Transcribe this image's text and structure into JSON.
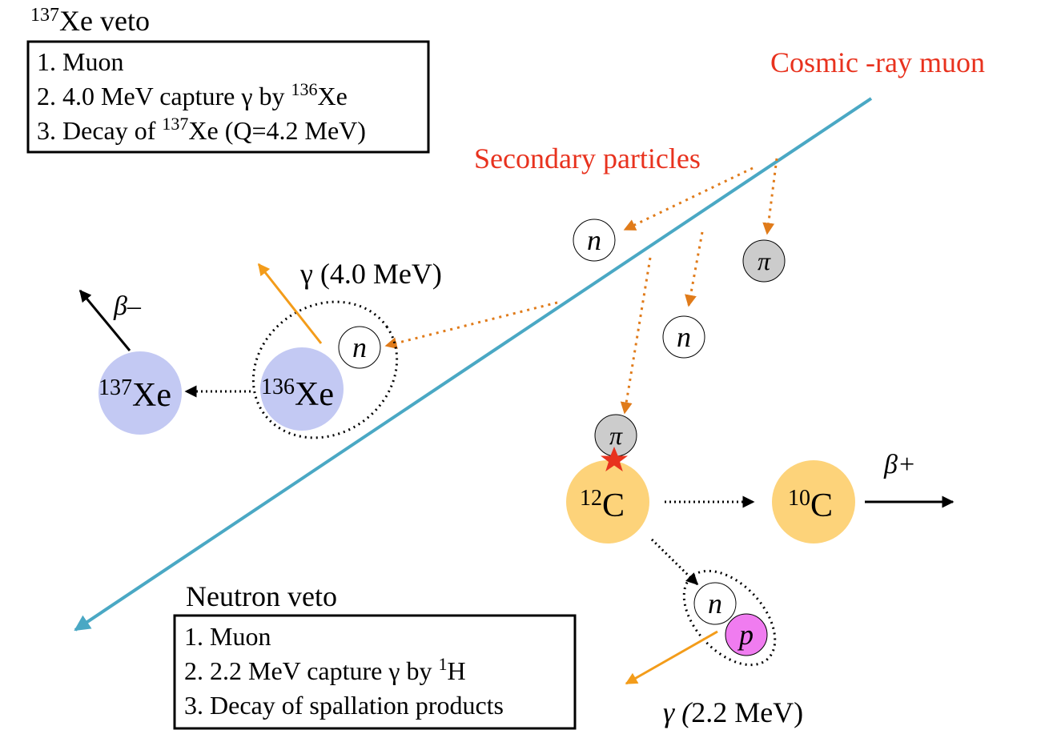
{
  "colors": {
    "muon_line": "#4aa8c4",
    "secondary_arrow": "#e07b1a",
    "label_red": "#e8321e",
    "xenon": "#c3c9f3",
    "carbon": "#fdd37a",
    "pion": "#cccccc",
    "proton": "#f07cf0",
    "gamma": "#f39c1a",
    "star": "#e8321e"
  },
  "labels": {
    "cosmic_muon": "Cosmic -ray muon",
    "secondary_particles": "Secondary particles",
    "beta_minus": "β–",
    "beta_plus": "β+",
    "gamma_40": "γ (4.0 MeV)",
    "gamma_22_sym": "γ (",
    "gamma_22_val": "2.2 MeV)"
  },
  "particles": {
    "neutron": "n",
    "pion": "π",
    "proton": "p",
    "xe137": {
      "mass": "137",
      "symbol": "Xe"
    },
    "xe136": {
      "mass": "136",
      "symbol": "Xe"
    },
    "c12": {
      "mass": "12",
      "symbol": "C"
    },
    "c10": {
      "mass": "10",
      "symbol": "C"
    }
  },
  "xe_veto": {
    "title_mass": "137",
    "title_text": "Xe veto",
    "item1": "1. Muon",
    "item2_pre": "2. 4.0 MeV capture γ by ",
    "item2_mass": "136",
    "item2_post": "Xe",
    "item3_pre": "3. Decay of ",
    "item3_mass": "137",
    "item3_post": "Xe (Q=4.2 MeV)"
  },
  "neutron_veto": {
    "title": "Neutron veto",
    "item1": "1. Muon",
    "item2_pre": "2. 2.2 MeV capture γ by ",
    "item2_mass": "1",
    "item2_post": "H",
    "item3": "3. Decay of spallation products"
  }
}
